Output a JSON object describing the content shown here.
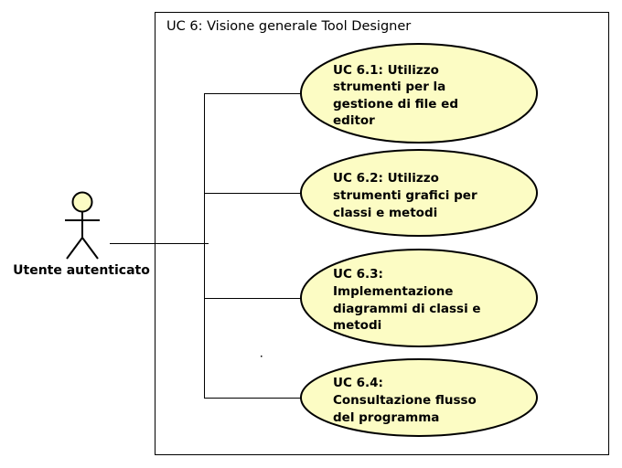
{
  "system": {
    "title": "UC 6: Visione generale Tool Designer"
  },
  "actor": {
    "label": "Utente autenticato"
  },
  "use_cases": [
    {
      "lines": [
        "UC 6.1: Utilizzo",
        "strumenti per la",
        "gestione di file ed",
        "editor"
      ]
    },
    {
      "lines": [
        "UC 6.2: Utilizzo",
        "strumenti grafici per",
        "classi e metodi"
      ]
    },
    {
      "lines": [
        "UC 6.3:",
        "Implementazione",
        "diagrammi di classi e",
        "metodi"
      ]
    },
    {
      "lines": [
        "UC 6.4:",
        "Consultazione flusso",
        "del programma"
      ]
    }
  ],
  "colors": {
    "use_case_fill": "#fcfcc4",
    "actor_fill": "#fcfcc4",
    "stroke": "#000000"
  }
}
